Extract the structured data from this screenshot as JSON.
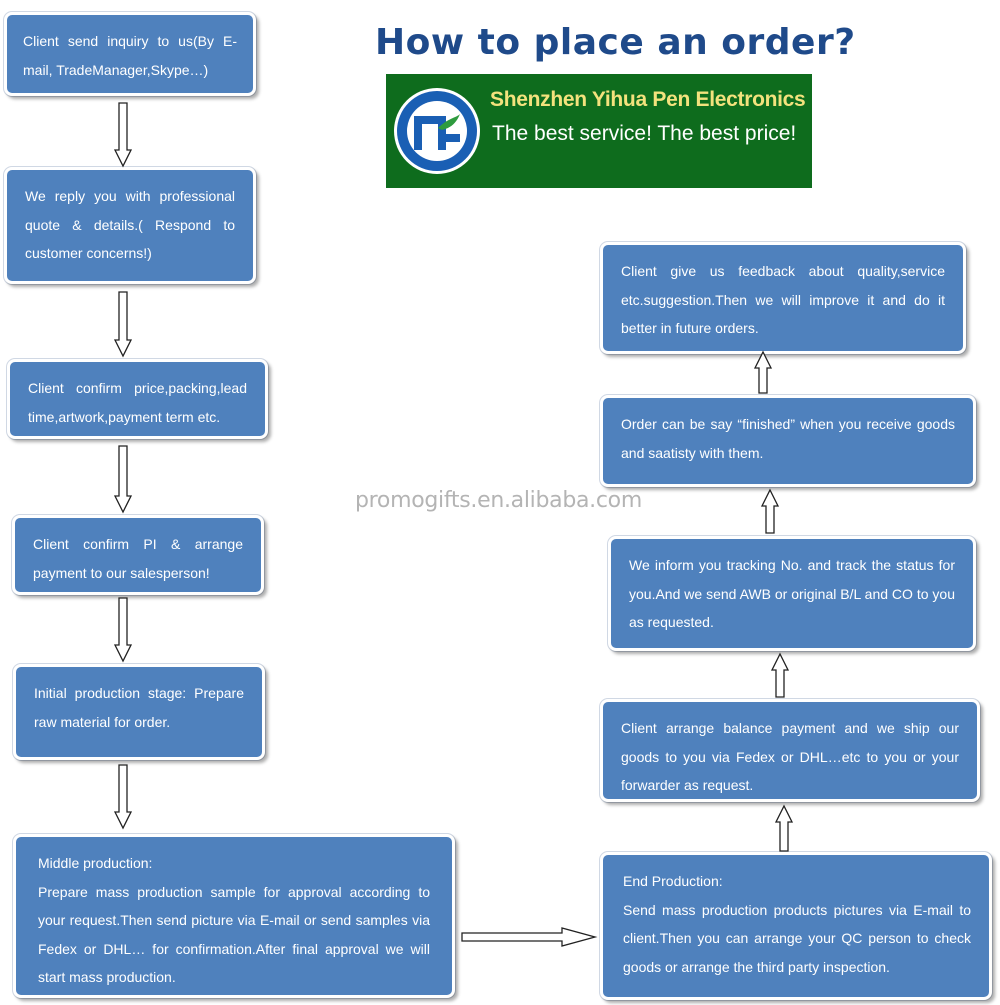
{
  "title": "How to place an order?",
  "banner": {
    "line1": "Shenzhen Yihua Pen Electronics",
    "line2": "The best service! The best price!"
  },
  "watermark": "promogifts.en.alibaba.com",
  "colors": {
    "box": "#4f81bd",
    "title": "#1f4a8a",
    "banner": "#0e6c1d",
    "banner_accent": "#f3e27d"
  },
  "steps_left": [
    "Client send inquiry to us(By E-mail, TradeManager,Skype…)",
    "We reply you with professional quote & details.( Respond to customer concerns!)",
    "Client confirm price,packing,lead time,artwork,payment term etc.",
    "Client confirm PI & arrange payment to our salesperson!",
    "Initial production stage: Prepare raw material for order.",
    {
      "heading": "Middle production:",
      "text": "Prepare mass production sample for approval according to your request.Then send picture via E-mail or send samples via Fedex or DHL… for confirmation.After final approval we will start mass production."
    }
  ],
  "steps_right": [
    {
      "heading": "End Production:",
      "text": "Send mass production products pictures via E-mail to client.Then you can arrange your QC person to check goods or arrange the third party inspection."
    },
    "Client arrange balance payment and we ship our goods to you via Fedex or DHL…etc to you or your forwarder as request.",
    "We inform you tracking No. and track the status for you.And we send AWB or original B/L and CO to you as requested.",
    "Order can be say “finished” when you receive goods and saatisty with them.",
    "Client give us feedback about quality,service etc.suggestion.Then we will improve it and do it better in future orders."
  ]
}
